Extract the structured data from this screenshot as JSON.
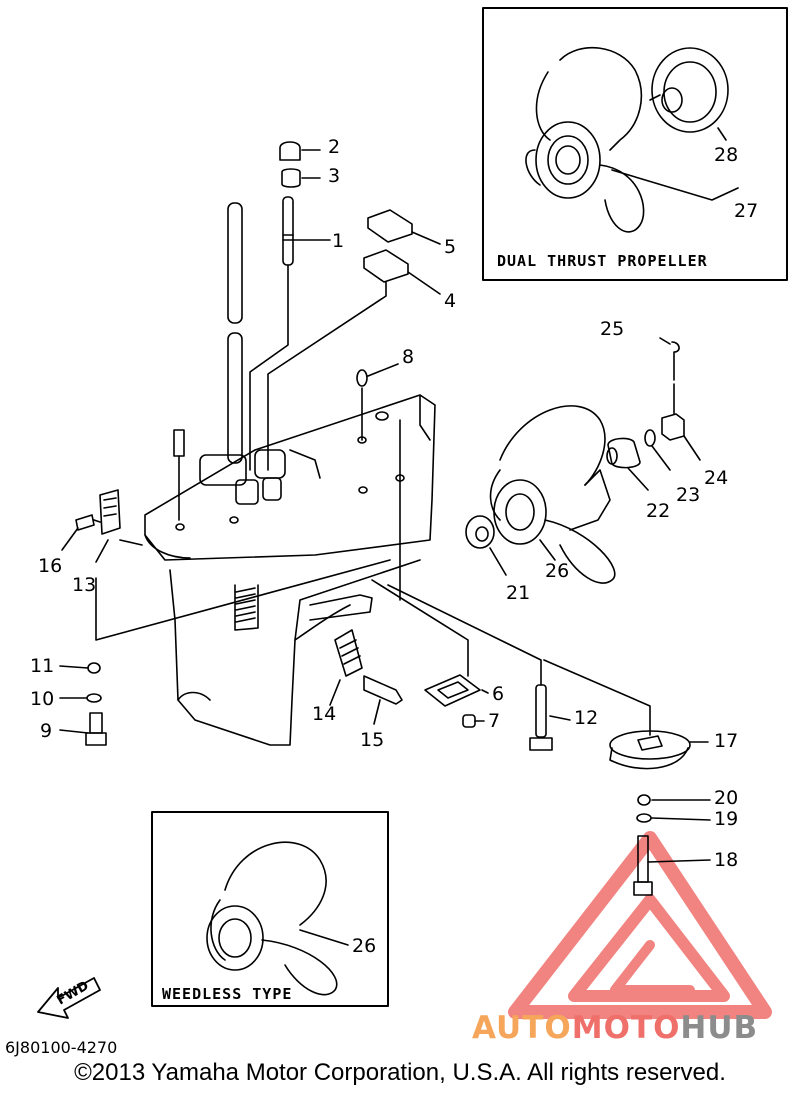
{
  "diagram": {
    "inset_dual_caption": "DUAL THRUST PROPELLER",
    "inset_weedless_caption": "WEEDLESS TYPE",
    "fwd_label": "FWD",
    "part_code": "6J80100-4270",
    "copyright": "©2013 Yamaha Motor Corporation, U.S.A. All rights reserved.",
    "watermark": {
      "part1": "AUTO",
      "part2": "MOTO",
      "part3": "HUB",
      "color_orange": "#f5a65b",
      "color_red": "#ef6f6a",
      "color_gray": "#8c8c8c"
    },
    "callouts": [
      {
        "id": "1",
        "label": "1"
      },
      {
        "id": "2",
        "label": "2"
      },
      {
        "id": "3",
        "label": "3"
      },
      {
        "id": "4",
        "label": "4"
      },
      {
        "id": "5",
        "label": "5"
      },
      {
        "id": "6",
        "label": "6"
      },
      {
        "id": "7",
        "label": "7"
      },
      {
        "id": "8",
        "label": "8"
      },
      {
        "id": "9",
        "label": "9"
      },
      {
        "id": "10",
        "label": "10"
      },
      {
        "id": "11",
        "label": "11"
      },
      {
        "id": "12",
        "label": "12"
      },
      {
        "id": "13",
        "label": "13"
      },
      {
        "id": "14",
        "label": "14"
      },
      {
        "id": "15",
        "label": "15"
      },
      {
        "id": "16",
        "label": "16"
      },
      {
        "id": "17",
        "label": "17"
      },
      {
        "id": "18",
        "label": "18"
      },
      {
        "id": "19",
        "label": "19"
      },
      {
        "id": "20",
        "label": "20"
      },
      {
        "id": "21",
        "label": "21"
      },
      {
        "id": "22",
        "label": "22"
      },
      {
        "id": "23",
        "label": "23"
      },
      {
        "id": "24",
        "label": "24"
      },
      {
        "id": "25",
        "label": "25"
      },
      {
        "id": "26",
        "label": "26"
      },
      {
        "id": "26b",
        "label": "26"
      },
      {
        "id": "27",
        "label": "27"
      },
      {
        "id": "28",
        "label": "28"
      }
    ]
  }
}
